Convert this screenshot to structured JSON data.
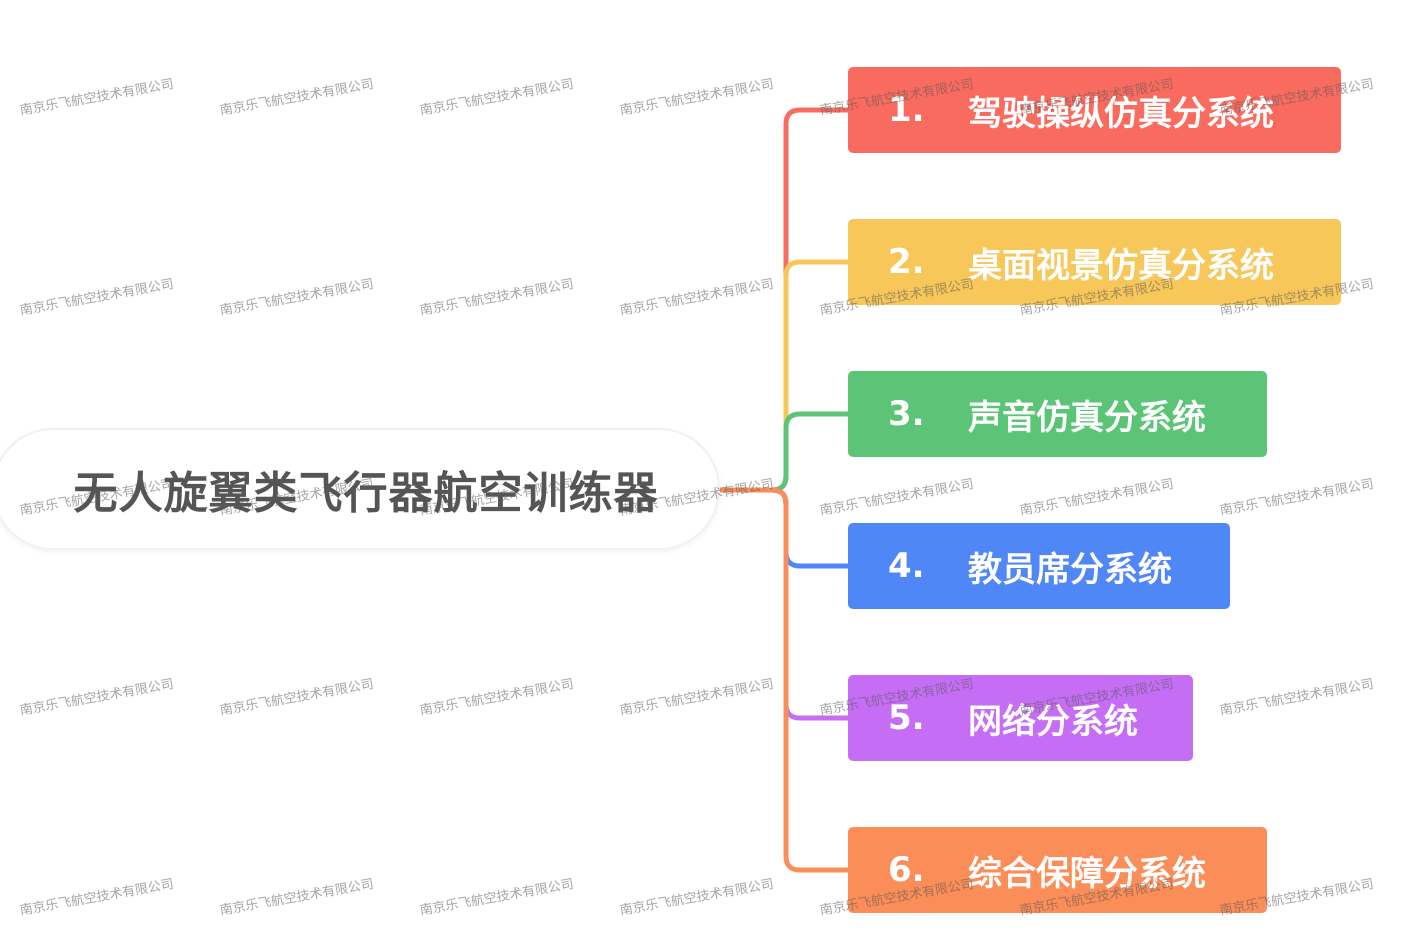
{
  "root": {
    "label": "无人旋翼类飞行器航空训练器"
  },
  "branches": [
    {
      "number": "1.",
      "label": "驾驶操纵仿真分系统",
      "color": "#f96b5f"
    },
    {
      "number": "2.",
      "label": "桌面视景仿真分系统",
      "color": "#f7c75a"
    },
    {
      "number": "3.",
      "label": "声音仿真分系统",
      "color": "#5bc476"
    },
    {
      "number": "4.",
      "label": "教员席分系统",
      "color": "#5087f7"
    },
    {
      "number": "5.",
      "label": "网络分系统",
      "color": "#c56ef5"
    },
    {
      "number": "6.",
      "label": "综合保障分系统",
      "color": "#fb8d58"
    }
  ],
  "watermark": {
    "text": "南京乐飞航空技术有限公司"
  }
}
